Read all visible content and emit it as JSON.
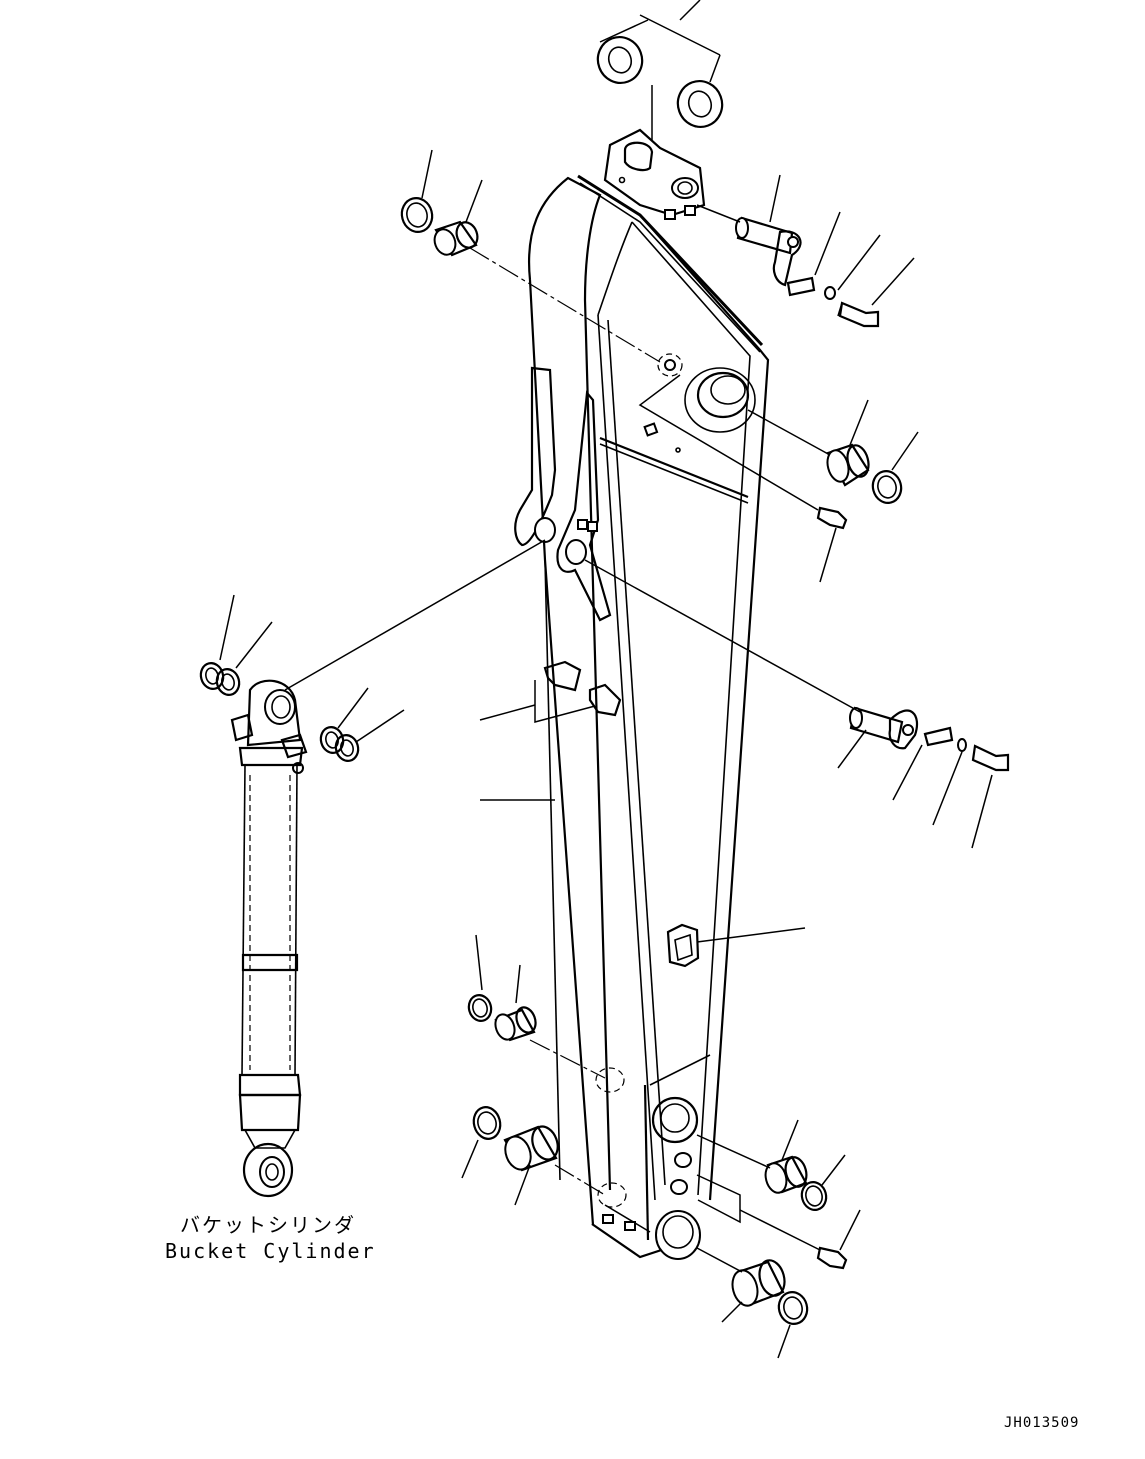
{
  "diagram": {
    "cylinder_label_jp": "バケットシリンダ",
    "cylinder_label_en": "Bucket Cylinder",
    "drawing_code": "JH013509"
  }
}
